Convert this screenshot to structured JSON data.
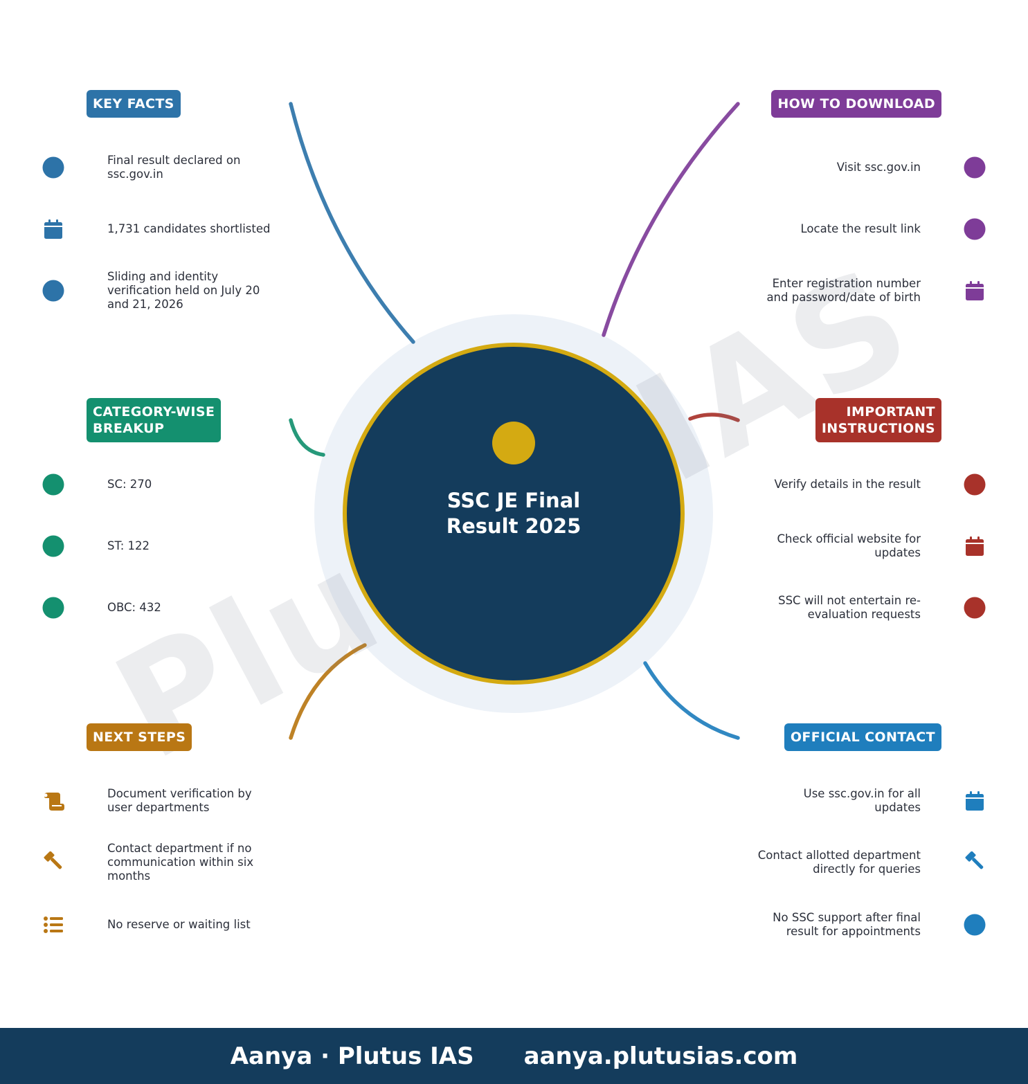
{
  "center": {
    "title": "SSC JE Final\nResult 2025"
  },
  "watermark": "Plutus IAS",
  "colors": {
    "navy": "#143c5c",
    "gold": "#d4aa12",
    "halo": "#edf2f8",
    "blue": "#2d73a8",
    "purple": "#7e3c98",
    "green": "#14906f",
    "red": "#a8322a",
    "orange": "#b97714",
    "lightblue": "#1f7ebd"
  },
  "sections": [
    {
      "id": "key-facts",
      "title": "KEY FACTS",
      "color": "#2d73a8",
      "side": "left",
      "items": [
        {
          "text": "Final result declared on ssc.gov.in",
          "icon": "circle-icon"
        },
        {
          "text": "1,731 candidates shortlisted",
          "icon": "calendar-icon"
        },
        {
          "text": "Sliding and identity verification held on July 20 and 21, 2026",
          "icon": "circle-icon"
        }
      ]
    },
    {
      "id": "how-to-download",
      "title": "HOW TO DOWNLOAD",
      "color": "#7e3c98",
      "side": "right",
      "items": [
        {
          "text": "Visit ssc.gov.in",
          "icon": "circle-icon"
        },
        {
          "text": "Locate the result link",
          "icon": "circle-icon"
        },
        {
          "text": "Enter registration number and password/date of birth",
          "icon": "calendar-icon"
        }
      ]
    },
    {
      "id": "category-wise-breakup",
      "title": "CATEGORY-WISE\nBREAKUP",
      "color": "#14906f",
      "side": "left",
      "items": [
        {
          "text": "SC: 270",
          "icon": "circle-icon"
        },
        {
          "text": "ST: 122",
          "icon": "circle-icon"
        },
        {
          "text": "OBC: 432",
          "icon": "circle-icon"
        }
      ]
    },
    {
      "id": "important-instructions",
      "title": "IMPORTANT\nINSTRUCTIONS",
      "color": "#a8322a",
      "side": "right",
      "items": [
        {
          "text": "Verify details in the result",
          "icon": "circle-icon"
        },
        {
          "text": "Check official website for updates",
          "icon": "calendar-icon"
        },
        {
          "text": "SSC will not entertain re-evaluation requests",
          "icon": "circle-icon"
        }
      ]
    },
    {
      "id": "next-steps",
      "title": "NEXT STEPS",
      "color": "#b97714",
      "side": "left",
      "items": [
        {
          "text": "Document verification by user departments",
          "icon": "scroll-icon"
        },
        {
          "text": "Contact department if no communication within six months",
          "icon": "gavel-icon"
        },
        {
          "text": "No reserve or waiting list",
          "icon": "list-icon"
        }
      ]
    },
    {
      "id": "official-contact",
      "title": "OFFICIAL CONTACT",
      "color": "#1f7ebd",
      "side": "right",
      "items": [
        {
          "text": "Use ssc.gov.in for all updates",
          "icon": "calendar-icon"
        },
        {
          "text": "Contact allotted department directly for queries",
          "icon": "gavel-icon"
        },
        {
          "text": "No SSC support after final result for appointments",
          "icon": "circle-icon"
        }
      ]
    }
  ],
  "footer": {
    "author": "Aanya · Plutus IAS",
    "website": "aanya.plutusias.com"
  }
}
